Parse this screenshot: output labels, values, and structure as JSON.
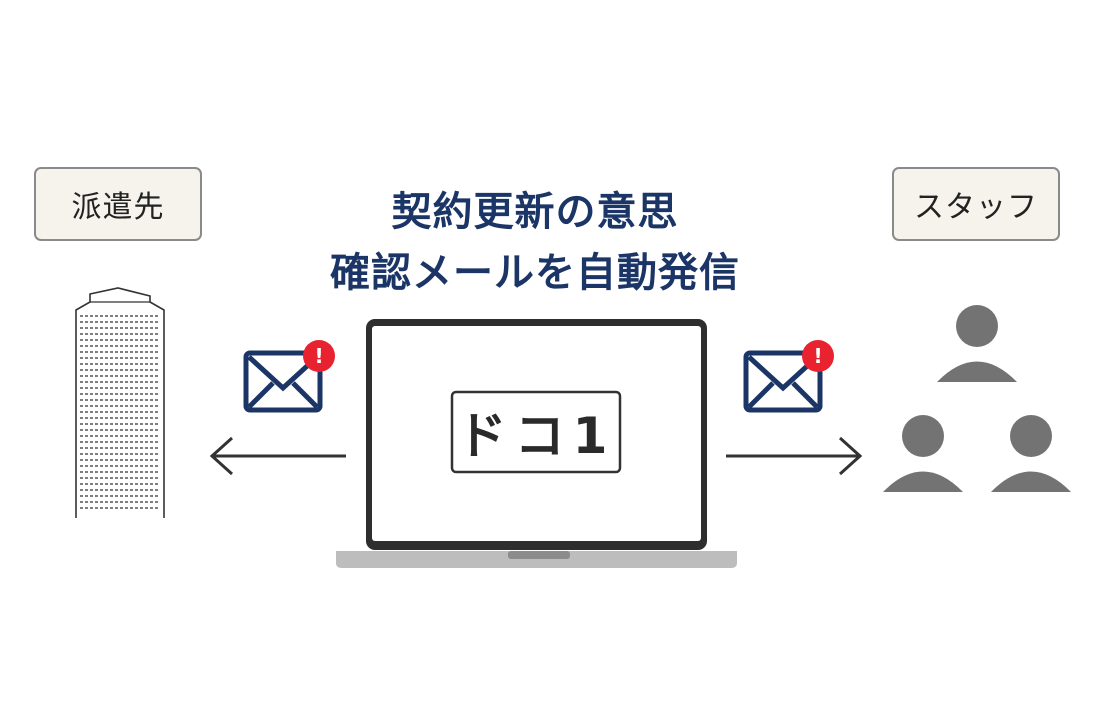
{
  "left_label": "派遣先",
  "right_label": "スタッフ",
  "title_line1": "契約更新の意思",
  "title_line2": "確認メールを自動発信",
  "logo_text": "ドコ1",
  "alert_badge": "!",
  "icons": {
    "building": "building-icon",
    "laptop": "laptop-icon",
    "mail": "mail-icon",
    "people": "people-icon"
  },
  "colors": {
    "title": "#1b3566",
    "mail": "#1b3566",
    "badge": "#e8222e",
    "people": "#737373",
    "label_bg": "#f5f3ec"
  }
}
